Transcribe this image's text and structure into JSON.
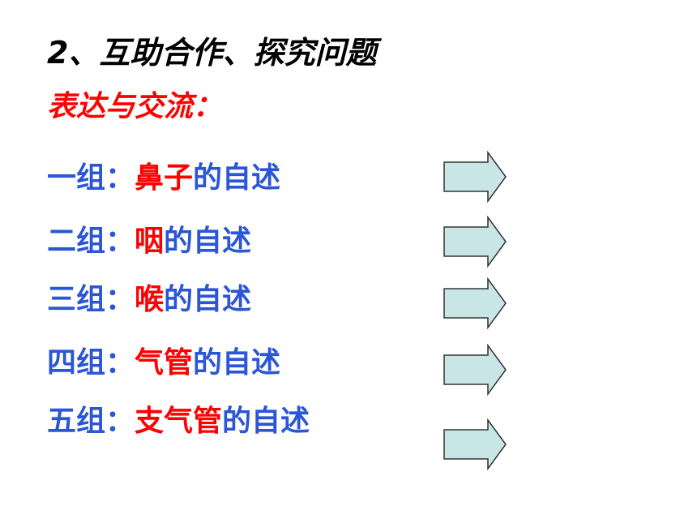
{
  "heading": "2、互助合作、探究问题",
  "subheading": "表达与交流：",
  "colors": {
    "heading": "#000000",
    "label": "#2b56d6",
    "highlight": "#ff0000",
    "arrow_fill": "#c9e6e6",
    "arrow_stroke": "#333333"
  },
  "groups": [
    {
      "label": "一组：",
      "organ": "鼻子",
      "suffix": "的自述"
    },
    {
      "label": "二组：",
      "organ": "咽",
      "suffix": "的自述"
    },
    {
      "label": "三组：",
      "organ": "喉",
      "suffix": "的自述"
    },
    {
      "label": "四组：",
      "organ": "气管",
      "suffix": "的自述"
    },
    {
      "label": "五组：",
      "organ": "支气管",
      "suffix": "的自述"
    }
  ],
  "arrow_icon": "right-arrow-icon"
}
